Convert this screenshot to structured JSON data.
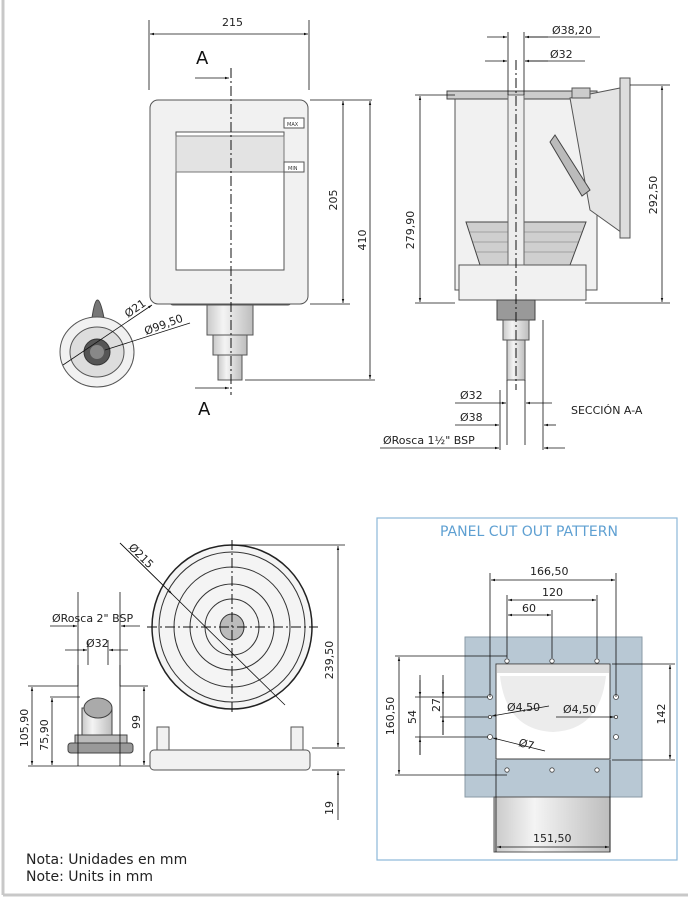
{
  "front_view": {
    "section_marker_top": "A",
    "section_marker_bottom": "A",
    "width_dim": "215",
    "frame_height_dim": "205",
    "total_height_dim": "410",
    "level_max": "MAX",
    "level_min": "MIN"
  },
  "top_view": {
    "inner_diameter_dim": "Ø21",
    "outer_diameter_dim": "Ø99,50"
  },
  "section_view": {
    "title": "SECCIÓN A-A",
    "top_outer_dim": "Ø38,20",
    "top_inner_dim": "Ø32",
    "body_height_dim": "279,90",
    "overall_height_dim": "292,50",
    "bottom_inner_dim": "Ø32",
    "bottom_outer_dim": "Ø38",
    "thread_dim": "ØRosca 1½\" BSP"
  },
  "side_view": {
    "thread_dim": "ØRosca 2\" BSP",
    "pipe_dim": "Ø32",
    "height_1": "105,90",
    "height_2": "75,90",
    "height_3": "99"
  },
  "rear_view": {
    "diameter_dim": "Ø215",
    "height_dim": "239,50",
    "base_dim": "19"
  },
  "panel_cutout": {
    "title": "PANEL CUT OUT PATTERN",
    "width_outer": "166,50",
    "width_mid": "120",
    "width_half": "60",
    "width_bottom": "151,50",
    "height_outer": "160,50",
    "height_54": "54",
    "height_27": "27",
    "height_142": "142",
    "hole_left": "Ø4,50",
    "hole_right": "Ø4,50",
    "hole_large": "Ø7",
    "title_color": "#5fa0d2",
    "panel_color": "#b8c8d4"
  },
  "notes": {
    "es": "Nota: Unidades en mm",
    "en": "Note: Units in mm"
  }
}
